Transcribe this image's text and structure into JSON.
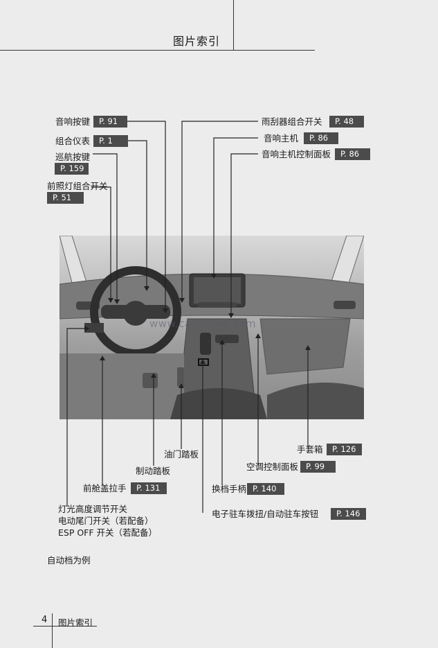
{
  "header": {
    "title": "图片索引"
  },
  "labels": {
    "audio_keys": {
      "text": "音响按键",
      "page": "P. 91"
    },
    "cluster": {
      "text": "组合仪表",
      "page": "P. 1"
    },
    "cruise_keys": {
      "text": "巡航按键",
      "page": "P. 159"
    },
    "headlamp_switch": {
      "text": "前照灯组合开关",
      "page": "P. 51"
    },
    "wiper_switch": {
      "text": "雨刮器组合开关",
      "page": "P. 48"
    },
    "audio_host": {
      "text": "音响主机",
      "page": "P. 86"
    },
    "audio_panel": {
      "text": "音响主机控制面板",
      "page": "P. 86"
    },
    "glovebox": {
      "text": "手套箱",
      "page": "P. 126"
    },
    "ac_panel": {
      "text": "空调控制面板",
      "page": "P. 99"
    },
    "accelerator": {
      "text": "油门踏板"
    },
    "brake": {
      "text": "制动踏板"
    },
    "hood_handle": {
      "text": "前舱盖拉手",
      "page": "P. 131"
    },
    "gear_lever": {
      "text": "换档手柄",
      "page": "P. 140"
    },
    "parking_brake": {
      "text": "电子驻车拨扭/自动驻车按钮",
      "page": "P. 146"
    },
    "light_height": {
      "text": "灯光高度调节开关"
    },
    "tailgate": {
      "text": "电动尾门开关（若配备）"
    },
    "esp_off": {
      "text": "ESP OFF 开关（若配备）"
    }
  },
  "watermark": "www.carobook.com",
  "caption": "自动档为例",
  "footer": {
    "page_number": "4",
    "title": "图片索引"
  }
}
